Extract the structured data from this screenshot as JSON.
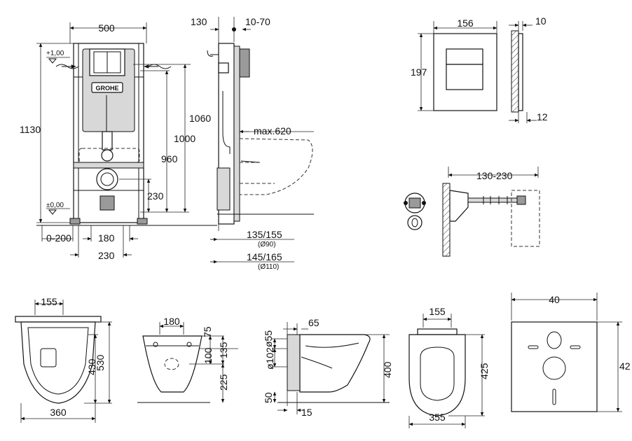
{
  "frame": {
    "width": "500",
    "height": "1130",
    "level_top": "+1,00",
    "level_zero": "±0,00",
    "h1060": "1060",
    "h1000": "1000",
    "h960": "960",
    "h230": "230",
    "w180": "180",
    "w230": "230",
    "adj": "0-200",
    "brand": "GROHE"
  },
  "side": {
    "depth": "130",
    "depth_adj": "10-70",
    "max": "max.620",
    "d135": "135/155",
    "d135_sub": "(Ø90)",
    "d145": "145/165",
    "d145_sub": "(Ø110)"
  },
  "plate": {
    "width": "156",
    "height": "197",
    "thick1": "10",
    "thick2": "12"
  },
  "fixing": {
    "range": "130-230"
  },
  "bowl_top": {
    "w155": "155",
    "l430": "430",
    "l530": "530",
    "w360": "360"
  },
  "bowl_front": {
    "w180": "180",
    "h75": "75",
    "h100": "100",
    "h135": "135",
    "h225": "225"
  },
  "bowl_side": {
    "w65": "65",
    "h55": "ø55",
    "h102": "ø102",
    "h400": "400",
    "h50": "50",
    "w15": "15"
  },
  "seat": {
    "w155": "155",
    "h425": "425",
    "w355": "355"
  },
  "mat": {
    "width": "40",
    "height": "42"
  }
}
